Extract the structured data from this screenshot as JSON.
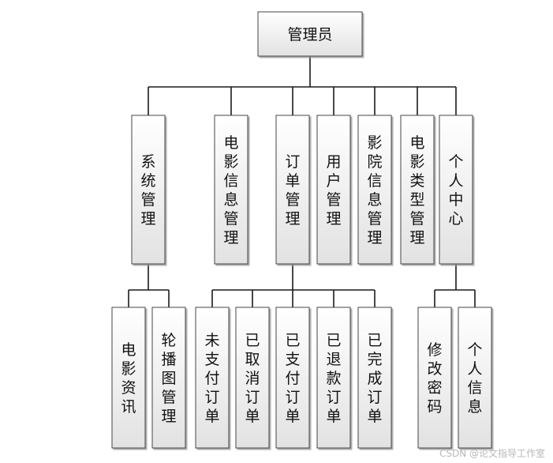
{
  "root": {
    "label": "管理员"
  },
  "modules": [
    {
      "id": "system",
      "label": "系统管理",
      "children": [
        {
          "label": "电影资讯"
        },
        {
          "label": "轮播图管理"
        }
      ]
    },
    {
      "id": "movie-info",
      "label": "电影信息管理",
      "children": []
    },
    {
      "id": "order",
      "label": "订单管理",
      "children": [
        {
          "label": "未支付订单"
        },
        {
          "label": "已取消订单"
        },
        {
          "label": "已支付订单"
        },
        {
          "label": "已退款订单"
        },
        {
          "label": "已完成订单"
        }
      ]
    },
    {
      "id": "user",
      "label": "用户管理",
      "children": []
    },
    {
      "id": "cinema",
      "label": "影院信息管理",
      "children": []
    },
    {
      "id": "movie-type",
      "label": "电影类型管理",
      "children": []
    },
    {
      "id": "personal",
      "label": "个人中心",
      "children": [
        {
          "label": "修改密码"
        },
        {
          "label": "个人信息"
        }
      ]
    }
  ],
  "watermark": "CSDN @论文指导工作室"
}
